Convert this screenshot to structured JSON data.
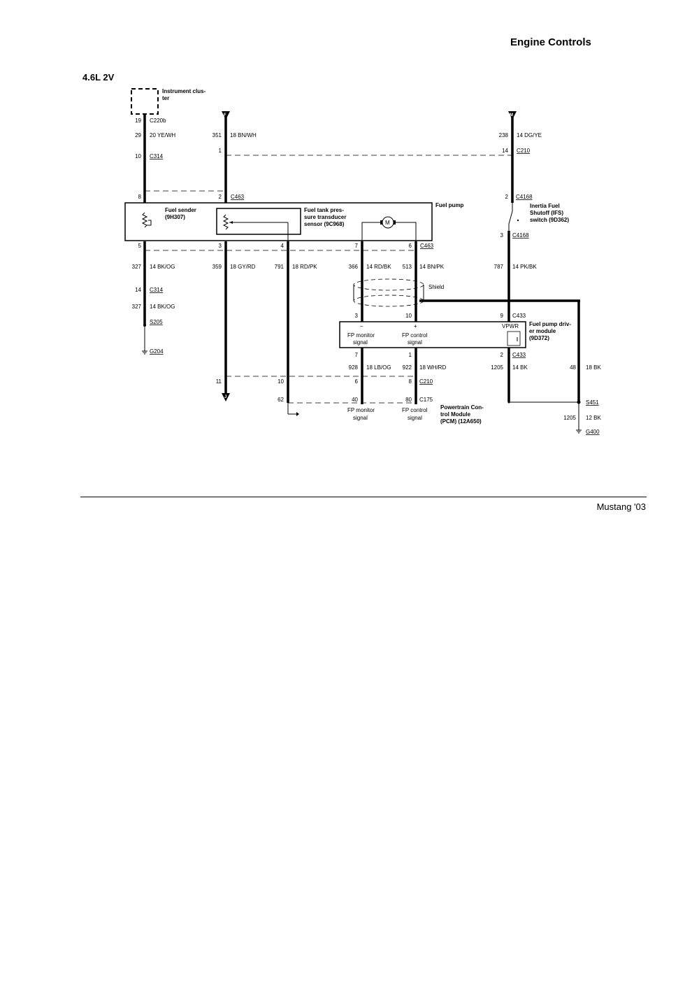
{
  "header": {
    "title": "Engine Controls",
    "engine": "4.6L 2V"
  },
  "footer": {
    "model": "Mustang '03"
  },
  "diagram": {
    "components": {
      "instrument_cluster": [
        "Instrument clus-",
        "ter"
      ],
      "fuel_pump": "Fuel pump",
      "fuel_sender": [
        "Fuel sender",
        "(9H307)"
      ],
      "fuel_tank_sensor": [
        "Fuel tank pres-",
        "sure transducer",
        "sensor (9C968)"
      ],
      "motor": "M",
      "inertia_switch": [
        "Inertia Fuel",
        "Shutoff (IFS)",
        "switch (9D362)"
      ],
      "driver_module": [
        "Fuel pump driv-",
        "er module",
        "(9D372)"
      ],
      "pcm": [
        "Powertrain Con-",
        "trol Module",
        "(PCM) (12A650)"
      ],
      "shield": "Shield"
    },
    "off_page": {
      "f": "F",
      "m": "M",
      "j": "J"
    },
    "module_labels": {
      "minus": "–",
      "plus": "+",
      "vpwr": "VPWR",
      "fp_monitor_1": "FP monitor",
      "fp_monitor_2": "signal",
      "fp_control_1": "FP control",
      "fp_control_2": "signal"
    },
    "connectors": {
      "c220b": "C220b",
      "c314": "C314",
      "c210": "C210",
      "c463": "C463",
      "c4168": "C4168",
      "c433": "C433",
      "c175": "C175",
      "s205": "S205",
      "g204": "G204",
      "s451": "S451",
      "g400": "G400"
    },
    "circuits": {
      "c29": "29",
      "c29_w": "20 YE/WH",
      "c351": "351",
      "c351_w": "18 BN/WH",
      "c238": "238",
      "c238_w": "14 DG/YE",
      "c327": "327",
      "c327_w": "14 BK/OG",
      "c359": "359",
      "c359_w": "18 GY/RD",
      "c791": "791",
      "c791_w": "18 RD/PK",
      "c366": "366",
      "c366_w": "14 RD/BK",
      "c513": "513",
      "c513_w": "14 BN/PK",
      "c787": "787",
      "c787_w": "14 PK/BK",
      "c928": "928",
      "c928_w": "18 LB/OG",
      "c922": "922",
      "c922_w": "18 WH/RD",
      "c1205": "1205",
      "c1205_w": "14 BK",
      "c48": "48",
      "c48_w": "18 BK",
      "c1205b": "1205",
      "c1205b_w": "12 BK"
    },
    "pins": {
      "p19": "19",
      "p10": "10",
      "p1": "1",
      "p14": "14",
      "p8": "8",
      "p2": "2",
      "p5": "5",
      "p3": "3",
      "p4": "4",
      "p7": "7",
      "p6": "6",
      "p3b": "3",
      "p14b": "14",
      "p3c": "3",
      "p10b": "10",
      "p9": "9",
      "p7b": "7",
      "p1b": "1",
      "p2b": "2",
      "p11": "11",
      "p10c": "10",
      "p6b": "6",
      "p8b": "8",
      "p62": "62",
      "p40": "40",
      "p80": "80"
    }
  }
}
